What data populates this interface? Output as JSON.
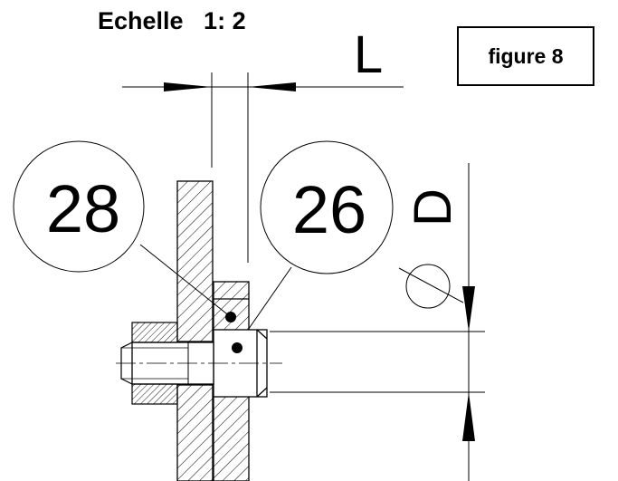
{
  "header": {
    "scale_label": "Echelle   1: 2",
    "figure_label": "figure 8"
  },
  "dimensions": {
    "length_symbol": "L",
    "diameter_symbol": "D"
  },
  "callouts": {
    "left_part": "28",
    "right_part": "26"
  }
}
